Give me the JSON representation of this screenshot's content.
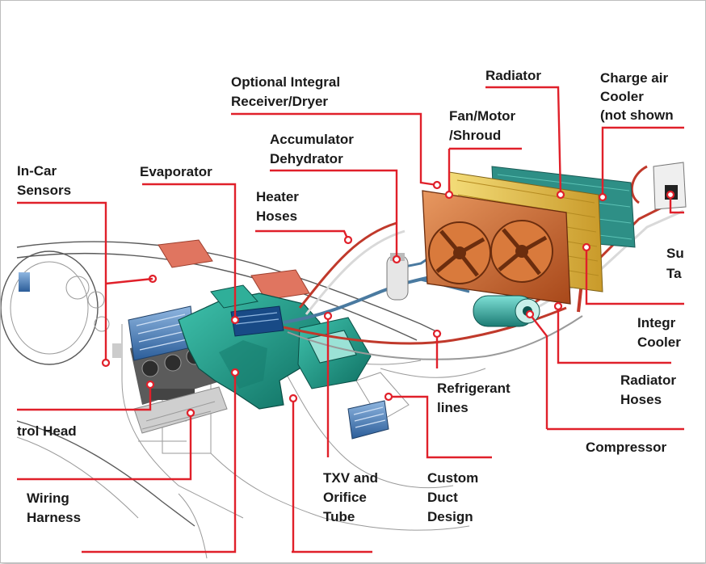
{
  "title": "",
  "labels": {
    "optional_receiver": [
      "Optional Integral",
      "Receiver/Dryer"
    ],
    "radiator": [
      "Radiator"
    ],
    "charge_air_cooler": [
      "Charge air",
      "Cooler",
      "(not shown"
    ],
    "fan_motor": [
      "Fan/Motor",
      "/Shroud"
    ],
    "accumulator": [
      "Accumulator",
      "Dehydrator"
    ],
    "in_car_sensors": [
      "In-Car",
      "Sensors"
    ],
    "evaporator": [
      "Evaporator"
    ],
    "heater_hoses": [
      "Heater",
      "Hoses"
    ],
    "surge_tank": [
      "Su",
      "Ta"
    ],
    "integral_cooler": [
      "Integr",
      "Cooler"
    ],
    "radiator_hoses": [
      "Radiator",
      "Hoses"
    ],
    "refrigerant_lines": [
      "Refrigerant",
      "lines"
    ],
    "control_head": [
      "trol Head"
    ],
    "compressor": [
      "Compressor"
    ],
    "wiring_harness": [
      "Wiring",
      "Harness"
    ],
    "txv_orifice": [
      "TXV and",
      "Orifice",
      "Tube"
    ],
    "custom_duct": [
      "Custom",
      "Duct",
      "Design"
    ]
  },
  "colors": {
    "leader": "#e0202a",
    "hvac_module": "#1f9c8a",
    "radiator_core": "#e8c74a",
    "fan_shroud": "#c8622a",
    "condenser": "#2e8f86",
    "vent": "#3a6fb0",
    "hose_red": "#c0392b",
    "line_blue": "#4a7aa0"
  },
  "icons": [
    "fan-icon",
    "compressor-icon",
    "vent-icon",
    "steering-wheel-icon"
  ]
}
